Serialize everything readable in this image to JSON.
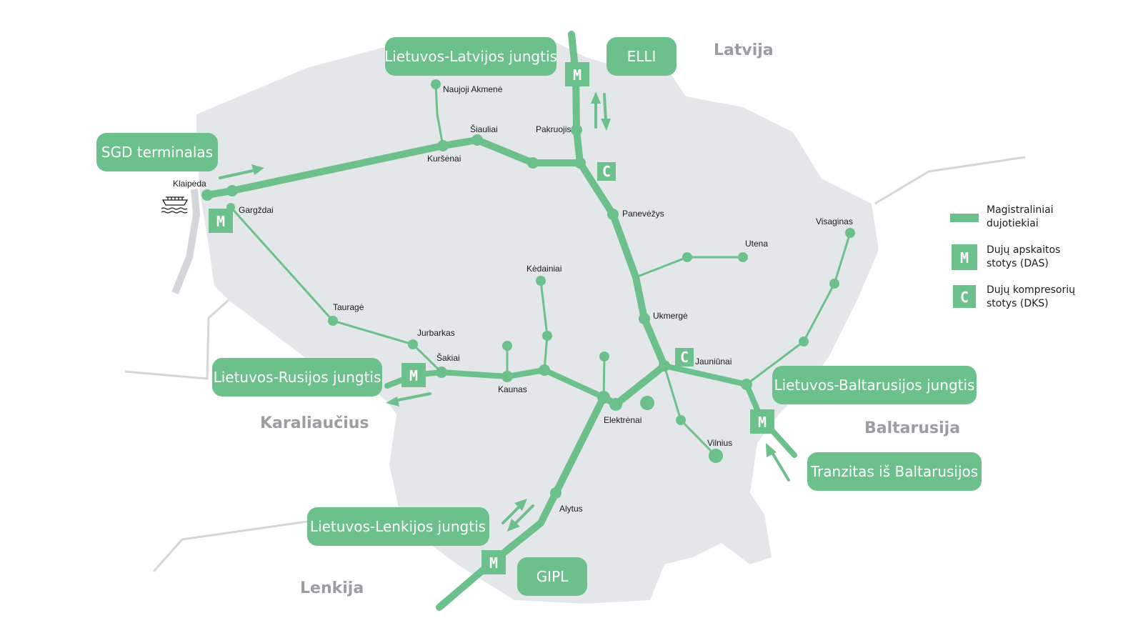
{
  "colors": {
    "pipe": "#6cc08b",
    "land": "#e4e7ea",
    "border": "#d3d6da",
    "country_text": "#9a9ea3",
    "label_text": "#1a1a1a"
  },
  "countries": {
    "latvia": "Latvija",
    "belarus": "Baltarusija",
    "kaliningrad": "Karaliaučius",
    "poland": "Lenkija"
  },
  "connections": {
    "lv": "Lietuvos-Latvijos jungtis",
    "elli": "ELLI",
    "sgd": "SGD terminalas",
    "ru": "Lietuvos-Rusijos jungtis",
    "by": "Lietuvos-Baltarusijos jungtis",
    "transit": "Tranzitas iš Baltarusijos",
    "pl": "Lietuvos-Lenkijos jungtis",
    "gipl": "GIPL"
  },
  "cities": {
    "naujoji_akmene": "Naujoji Akmenė",
    "siauliai": "Šiauliai",
    "kursenai": "Kuršėnai",
    "pakruojis": "Pakruojis",
    "klaipeda": "Klaipėda",
    "gargzdai": "Gargždai",
    "panevezys": "Panevėžys",
    "visaginas": "Visaginas",
    "utena": "Utena",
    "kedainiai": "Kėdainiai",
    "taurage": "Tauragė",
    "jurbarkas": "Jurbarkas",
    "ukmerge": "Ukmergė",
    "sakiai": "Šakiai",
    "jauniunai": "Jauniūnai",
    "kaunas": "Kaunas",
    "elektrenai": "Elektrėnai",
    "vilnius": "Vilnius",
    "alytus": "Alytus"
  },
  "badges": {
    "das": "M",
    "dks": "C"
  },
  "legend": {
    "pipelines_line1": "Magistraliniai",
    "pipelines_line2": "dujotiekiai",
    "das_line1": "Dujų apskaitos",
    "das_line2": "stotys (DAS)",
    "dks_line1": "Dujų kompresorių",
    "dks_line2": "stotys (DKS)"
  },
  "icons": {
    "ship": "ship-icon",
    "flow_arrow": "arrow-icon"
  }
}
